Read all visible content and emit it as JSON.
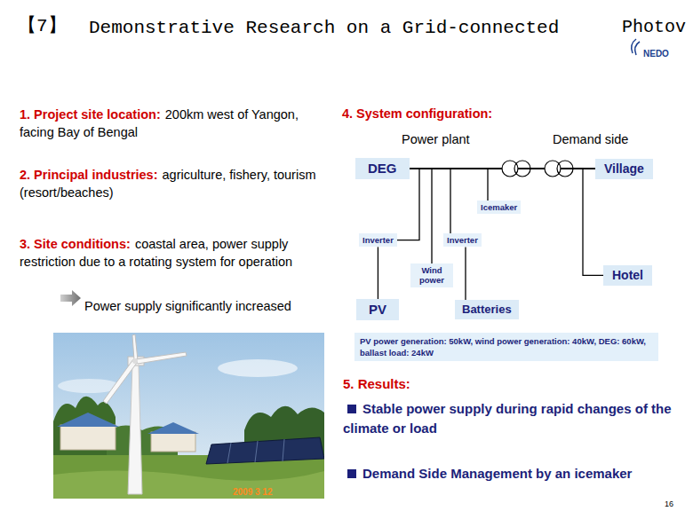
{
  "diagram": {
    "title": "Demonstrative Research on a Grid-connected",
    "nodes": [
      {
        "text": [
          "DEG"
        ]
      },
      {
        "text": [
          "Village"
        ]
      },
      {
        "text": [
          "Icemaker"
        ]
      },
      {
        "text": [
          "Inverter"
        ]
      },
      {
        "text": [
          "Inverter"
        ]
      },
      {
        "text": [
          "Wind power"
        ]
      },
      {
        "text": [
          "Hotel"
        ]
      },
      {
        "text": [
          "PV"
        ]
      },
      {
        "text": [
          "Batteries"
        ]
      },
      {
        "text": [
          "PV power generation: 50kW, wind power generation: 40kW, DEG: 60kW, ballast load: 24kW"
        ]
      }
    ],
    "edges": [
      {
        "from": 0,
        "to": 1,
        "arrow": "none"
      },
      {
        "from": 0,
        "to": 6,
        "arrow": "none"
      },
      {
        "from": 3,
        "to": 1,
        "arrow": "none"
      },
      {
        "from": 5,
        "to": 1,
        "arrow": "none"
      },
      {
        "from": 4,
        "to": 1,
        "arrow": "none"
      },
      {
        "from": 2,
        "to": 1,
        "arrow": "none"
      },
      {
        "from": 7,
        "to": 3,
        "arrow": "none"
      },
      {
        "from": 8,
        "to": 4,
        "arrow": "none"
      }
    ],
    "labels": [
      "【7】",
      "Photov",
      "NEDO",
      "1. Project site location:",
      "200km west of Yangon, facing Bay of Bengal",
      "2. Principal industries:",
      "agriculture, fishery, tourism (resort/beaches)",
      "3. Site conditions:",
      "coastal area, power supply restriction due to a rotating system for operation",
      "Power supply significantly increased",
      "4. System configuration:",
      "Power plant",
      "Demand side",
      "5. Results:",
      "Stable power supply during rapid changes of the climate or load",
      "Demand Side Management by an icemaker",
      "2009 3 12",
      "16"
    ]
  }
}
